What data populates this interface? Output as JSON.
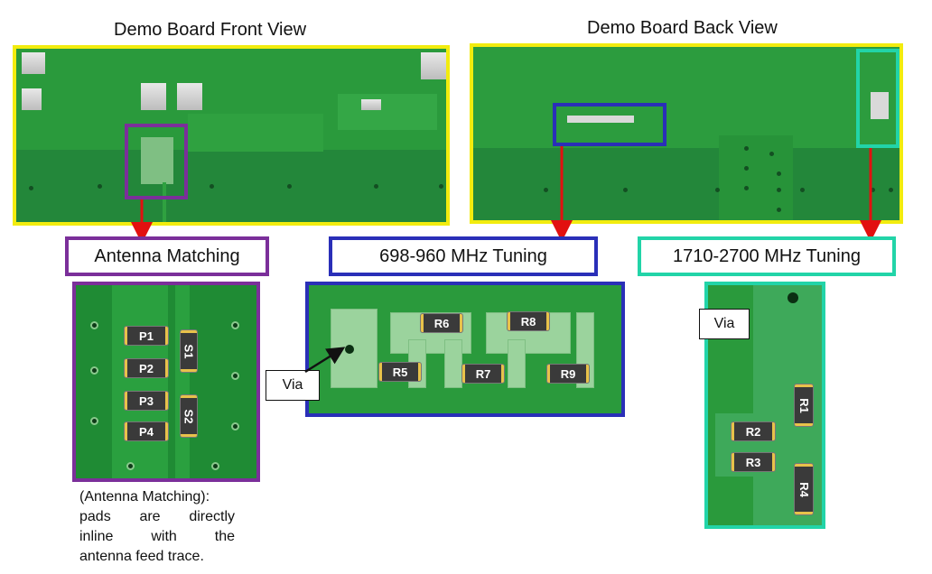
{
  "headings": {
    "front": "Demo Board Front View",
    "back": "Demo Board Back View"
  },
  "labels": {
    "antenna": "Antenna Matching",
    "low_band": "698-960 MHz Tuning",
    "high_band": "1710-2700 MHz Tuning"
  },
  "antenna_components": [
    "P1",
    "P2",
    "P3",
    "P4",
    "S1",
    "S2"
  ],
  "low_band_components": [
    "R5",
    "R6",
    "R7",
    "R8",
    "R9"
  ],
  "high_band_components": [
    "R1",
    "R2",
    "R3",
    "R4"
  ],
  "via_label": "Via",
  "note": {
    "line1": "(Antenna Matching):",
    "line2": "pads are directly",
    "line3": "inline with the",
    "line4": "antenna feed trace."
  },
  "colors": {
    "front_frame": "#f2ec0e",
    "back_frame": "#f2ec0e",
    "antenna": "#7b2f9a",
    "low_band": "#2a2fb8",
    "high_band": "#22d4a8",
    "arrow": "#e21010",
    "pcb": "#2a9a3c"
  }
}
